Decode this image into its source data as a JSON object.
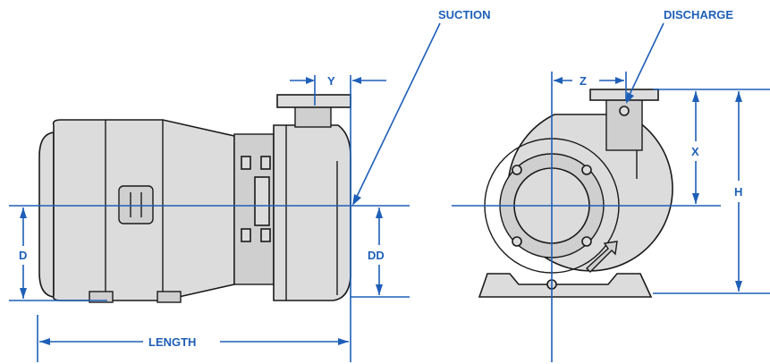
{
  "labels": {
    "suction": "SUCTION",
    "discharge": "DISCHARGE",
    "y": "Y",
    "z": "Z",
    "x": "X",
    "h": "H",
    "d": "D",
    "dd": "DD",
    "length": "LENGTH"
  },
  "colors": {
    "dimension": "#1e5fb8",
    "outline": "#1a1a1a",
    "body": "#dcdcdc"
  }
}
